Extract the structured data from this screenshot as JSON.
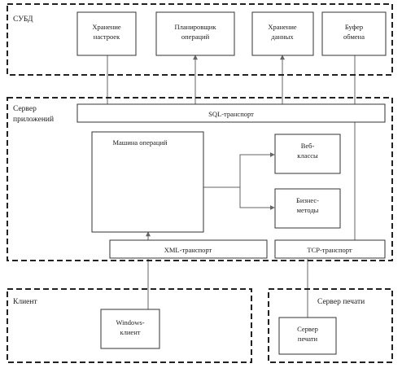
{
  "groups": {
    "dbms": "СУБД",
    "app_server_line1": "Сервер",
    "app_server_line2": "приложений",
    "client": "Клиент",
    "print_server": "Сервер печати"
  },
  "dbms_boxes": {
    "settings_storage": [
      "Хранение",
      "настроек"
    ],
    "operation_scheduler": [
      "Планировщик",
      "операций"
    ],
    "data_storage": [
      "Хранение",
      "данных"
    ],
    "exchange_buffer": [
      "Буфер",
      "обмена"
    ]
  },
  "app_boxes": {
    "sql_transport": "SQL-транспорт",
    "operation_engine": "Машина операций",
    "web_classes": [
      "Веб-",
      "классы"
    ],
    "business_methods": [
      "Бизнес-",
      "методы"
    ],
    "xml_transport": "XML-транспорт",
    "tcp_transport": "TCP-транспорт"
  },
  "client_boxes": {
    "windows_client": [
      "Windows-",
      "клиент"
    ]
  },
  "print_boxes": {
    "print_server_box": [
      "Сервер",
      "печати"
    ]
  }
}
